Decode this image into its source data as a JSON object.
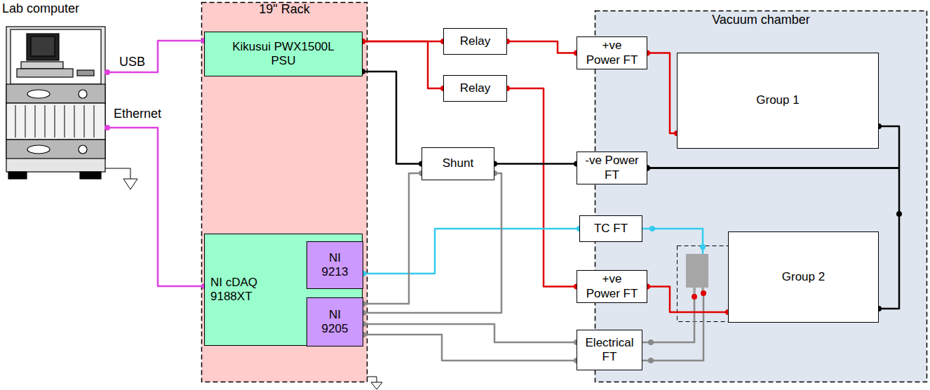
{
  "diagram": {
    "nodes": [
      {
        "text": [
          "Lab computer"
        ]
      },
      {
        "text": [
          "19\" Rack"
        ]
      },
      {
        "text": [
          "Kikusui PWX1500L PSU"
        ],
        "in": 1
      },
      {
        "text": [
          "NI cDAQ 9188XT"
        ],
        "in": 1
      },
      {
        "text": [
          "NI 9213"
        ],
        "in": 3
      },
      {
        "text": [
          "NI 9205"
        ],
        "in": 3
      },
      {
        "text": [
          "Relay"
        ]
      },
      {
        "text": [
          "Relay"
        ]
      },
      {
        "text": [
          "Shunt"
        ]
      },
      {
        "text": [
          "Vacuum chamber"
        ]
      },
      {
        "text": [
          "+ve Power FT"
        ]
      },
      {
        "text": [
          "-ve Power FT"
        ]
      },
      {
        "text": [
          "TC FT"
        ]
      },
      {
        "text": [
          "+ve Power FT"
        ]
      },
      {
        "text": [
          "Electrical FT"
        ]
      },
      {
        "text": [
          "Group 1"
        ],
        "in": 9
      },
      {
        "text": [
          "Group 2"
        ],
        "in": 9
      }
    ],
    "edges": [
      {
        "from": 0,
        "to": 2,
        "arrow": "none",
        "label": "USB"
      },
      {
        "from": 0,
        "to": 3,
        "arrow": "none",
        "label": "Ethernet"
      },
      {
        "from": 2,
        "to": 6,
        "arrow": "none"
      },
      {
        "from": 2,
        "to": 7,
        "arrow": "none"
      },
      {
        "from": 6,
        "to": 10,
        "arrow": "none"
      },
      {
        "from": 10,
        "to": 15,
        "arrow": "none"
      },
      {
        "from": 7,
        "to": 13,
        "arrow": "none"
      },
      {
        "from": 13,
        "to": 16,
        "arrow": "none"
      },
      {
        "from": 2,
        "to": 8,
        "arrow": "none"
      },
      {
        "from": 8,
        "to": 11,
        "arrow": "none"
      },
      {
        "from": 11,
        "to": 15,
        "arrow": "none"
      },
      {
        "from": 11,
        "to": 16,
        "arrow": "none"
      },
      {
        "from": 4,
        "to": 12,
        "arrow": "none"
      },
      {
        "from": 8,
        "to": 5,
        "arrow": "none"
      },
      {
        "from": 8,
        "to": 5,
        "arrow": "none"
      },
      {
        "from": 5,
        "to": 14,
        "arrow": "none"
      },
      {
        "from": 5,
        "to": 14,
        "arrow": "none"
      }
    ]
  }
}
